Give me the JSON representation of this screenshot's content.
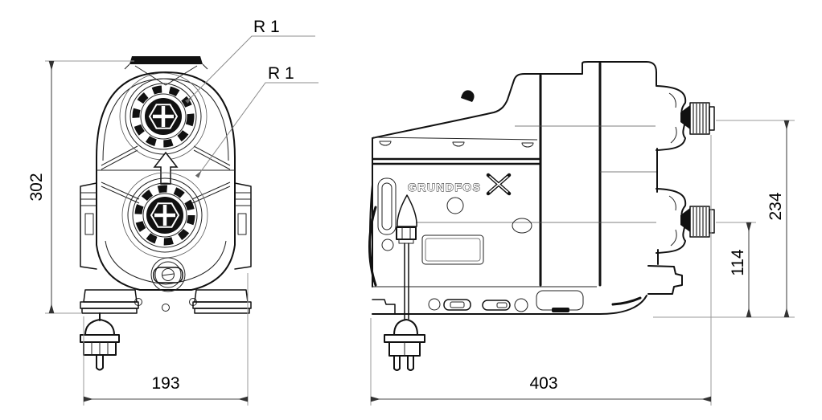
{
  "drawing": {
    "type": "technical-dimension-drawing",
    "brand": {
      "logo_text": "GRUNDFOS"
    },
    "front_view": {
      "dim_height": "302",
      "dim_width": "193",
      "port_top_thread_label": "R 1",
      "port_bottom_thread_label": "R 1"
    },
    "side_view": {
      "dim_length": "403",
      "dim_outlet_height": "234",
      "dim_inlet_height": "114"
    },
    "colors": {
      "line": "#111111",
      "dim_line": "#4a4a4a",
      "extension_line": "#9a9a9a",
      "text": "#000000",
      "background": "#ffffff"
    }
  }
}
